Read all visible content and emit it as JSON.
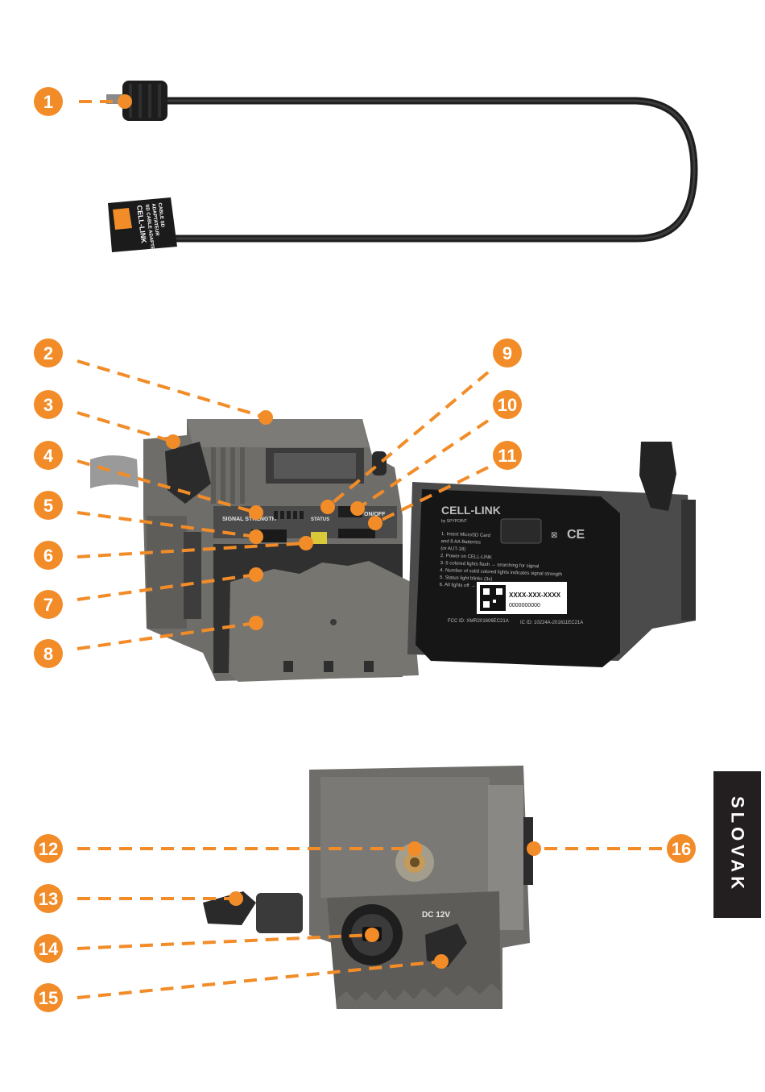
{
  "colors": {
    "accent": "#f28c28",
    "tab_bg": "#231f20",
    "device_gray": "#6f6d69",
    "device_dark": "#3a3a3a",
    "panel_black": "#161616"
  },
  "side_tab": {
    "label": "SLOVAK"
  },
  "callouts": [
    "1",
    "2",
    "3",
    "4",
    "5",
    "6",
    "7",
    "8",
    "9",
    "10",
    "11",
    "12",
    "13",
    "14",
    "15",
    "16"
  ],
  "sd_adapter": {
    "brand": "CELL-LINK",
    "line1": "SD CABLE ADAPTER",
    "line2": "ADAPTATEUR",
    "line3": "CABLE SD"
  },
  "device_labels": {
    "signal_strength": "SIGNAL STRENGTH",
    "status": "STATUS",
    "on_off": "ON/OFF",
    "dc": "DC 12V"
  },
  "door_panel": {
    "brand": "CELL-LINK",
    "sub": "by SPYPOINT",
    "steps": [
      "1. Insert MicroSD Card",
      "   and 8 AA Batteries",
      "   (or AUT-18)",
      "2. Power on CELL-LINK",
      "3. 5 colored lights flash → searching for signal",
      "4. Number of solid colored lights indicates signal strength",
      "5. Status light blinks (3s)",
      "6. All lights off → CELL-LINK ready"
    ],
    "serial1": "XXXX-XXX-XXXX",
    "serial2": "0000000000",
    "ce": "CE",
    "fcc": "FCC ID: XMR201606EC21A",
    "ic": "IC ID: 10224A-201611EC21A"
  }
}
